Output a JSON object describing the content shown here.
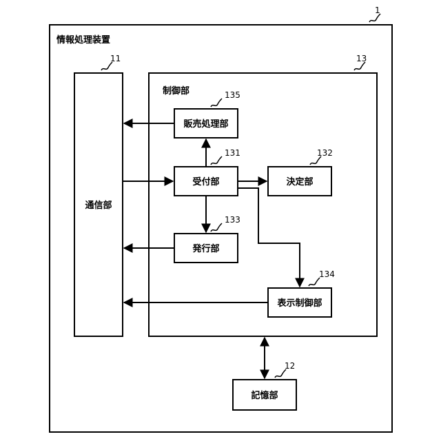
{
  "apparatus": {
    "ref": "1",
    "label": "情報処理装置"
  },
  "communication": {
    "ref": "11",
    "label": "通信部"
  },
  "control": {
    "ref": "13",
    "label": "制御部"
  },
  "storage": {
    "ref": "12",
    "label": "記憶部"
  },
  "sales": {
    "ref": "135",
    "label": "販売処理部"
  },
  "reception": {
    "ref": "131",
    "label": "受付部"
  },
  "decision": {
    "ref": "132",
    "label": "決定部"
  },
  "issuing": {
    "ref": "133",
    "label": "発行部"
  },
  "display_control": {
    "ref": "134",
    "label": "表示制御部"
  }
}
